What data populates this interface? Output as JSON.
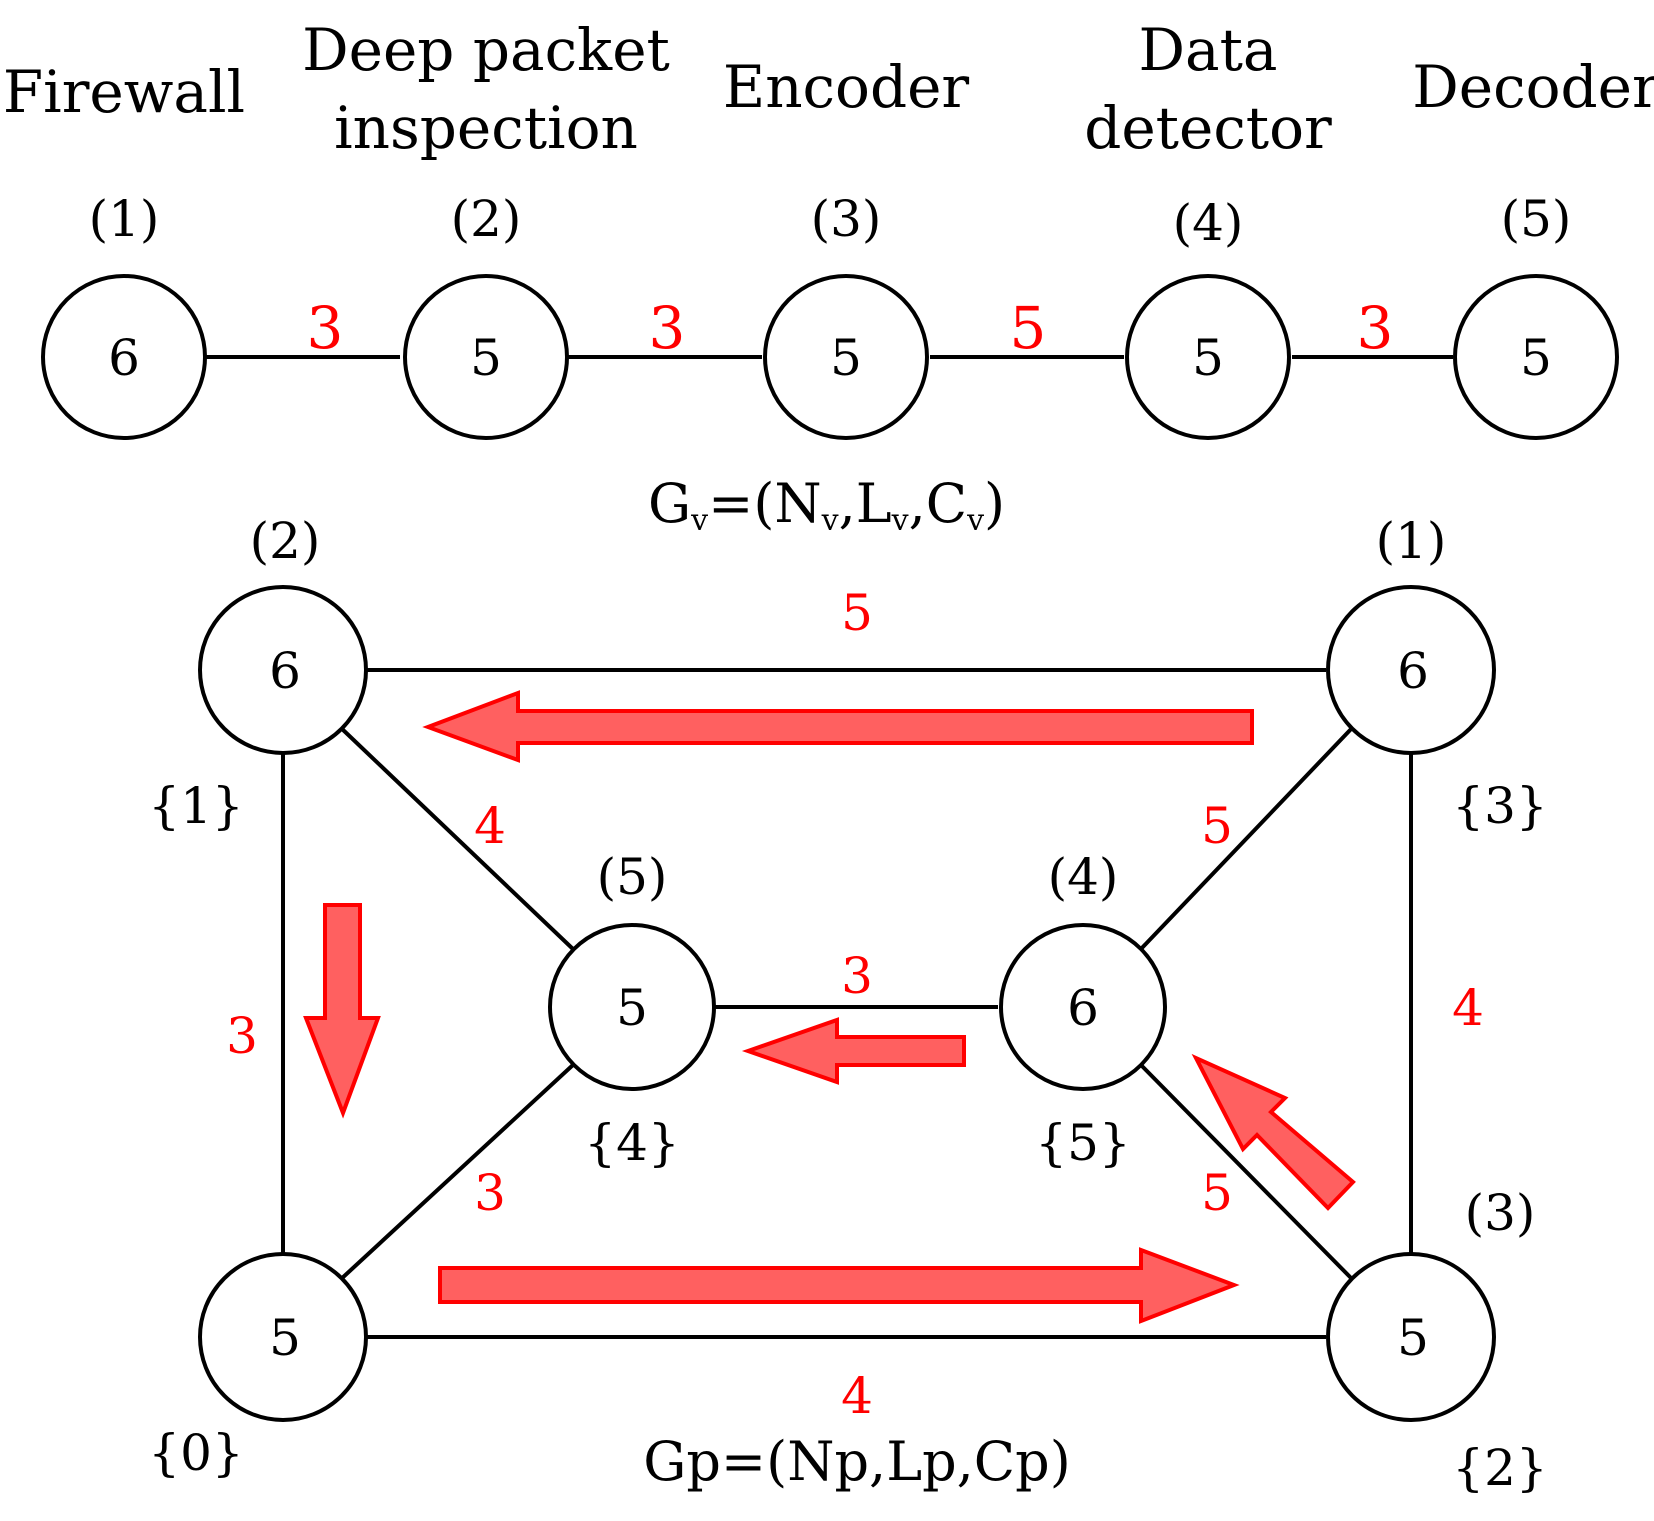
{
  "virtual": {
    "functions": [
      {
        "name_line1": "",
        "name_line2": "Firewall",
        "index": "(1)",
        "capacity": "6"
      },
      {
        "name_line1": "Deep packet",
        "name_line2": "inspection",
        "index": "(2)",
        "capacity": "5"
      },
      {
        "name_line1": "",
        "name_line2": "Encoder",
        "index": "(3)",
        "capacity": "5"
      },
      {
        "name_line1": "Data",
        "name_line2": "detector",
        "index": "(4)",
        "capacity": "5"
      },
      {
        "name_line1": "",
        "name_line2": "Decoder",
        "index": "(5)",
        "capacity": "5"
      }
    ],
    "links": [
      "3",
      "3",
      "5",
      "3"
    ],
    "caption": {
      "G": "G",
      "sub": "v",
      "eq": "=(N",
      "comma1": ",L",
      "comma2": ",C",
      "close": ")"
    }
  },
  "physical": {
    "nodes": [
      {
        "id": "top-left",
        "index": "(2)",
        "capacity": "6",
        "set": "{1}"
      },
      {
        "id": "top-right",
        "index": "(1)",
        "capacity": "6",
        "set": "{3}"
      },
      {
        "id": "center-left",
        "index": "(5)",
        "capacity": "5",
        "set": "{4}"
      },
      {
        "id": "center-right",
        "index": "(4)",
        "capacity": "6",
        "set": "{5}"
      },
      {
        "id": "bottom-left",
        "index": "",
        "capacity": "5",
        "set": "{0}"
      },
      {
        "id": "bottom-right",
        "index": "(3)",
        "capacity": "5",
        "set": "{2}"
      }
    ],
    "links": {
      "top": "5",
      "left": "3",
      "right": "4",
      "bottom": "4",
      "tl_cl": "4",
      "tr_cr": "5",
      "cl_cr": "3",
      "bl_cl": "3",
      "cr_br": "5"
    },
    "caption": "Gp=(Np,Lp,Cp)"
  },
  "colors": {
    "link_capacity": "#ff0000",
    "arrow_fill": "#ff4444",
    "stroke": "#000000"
  }
}
